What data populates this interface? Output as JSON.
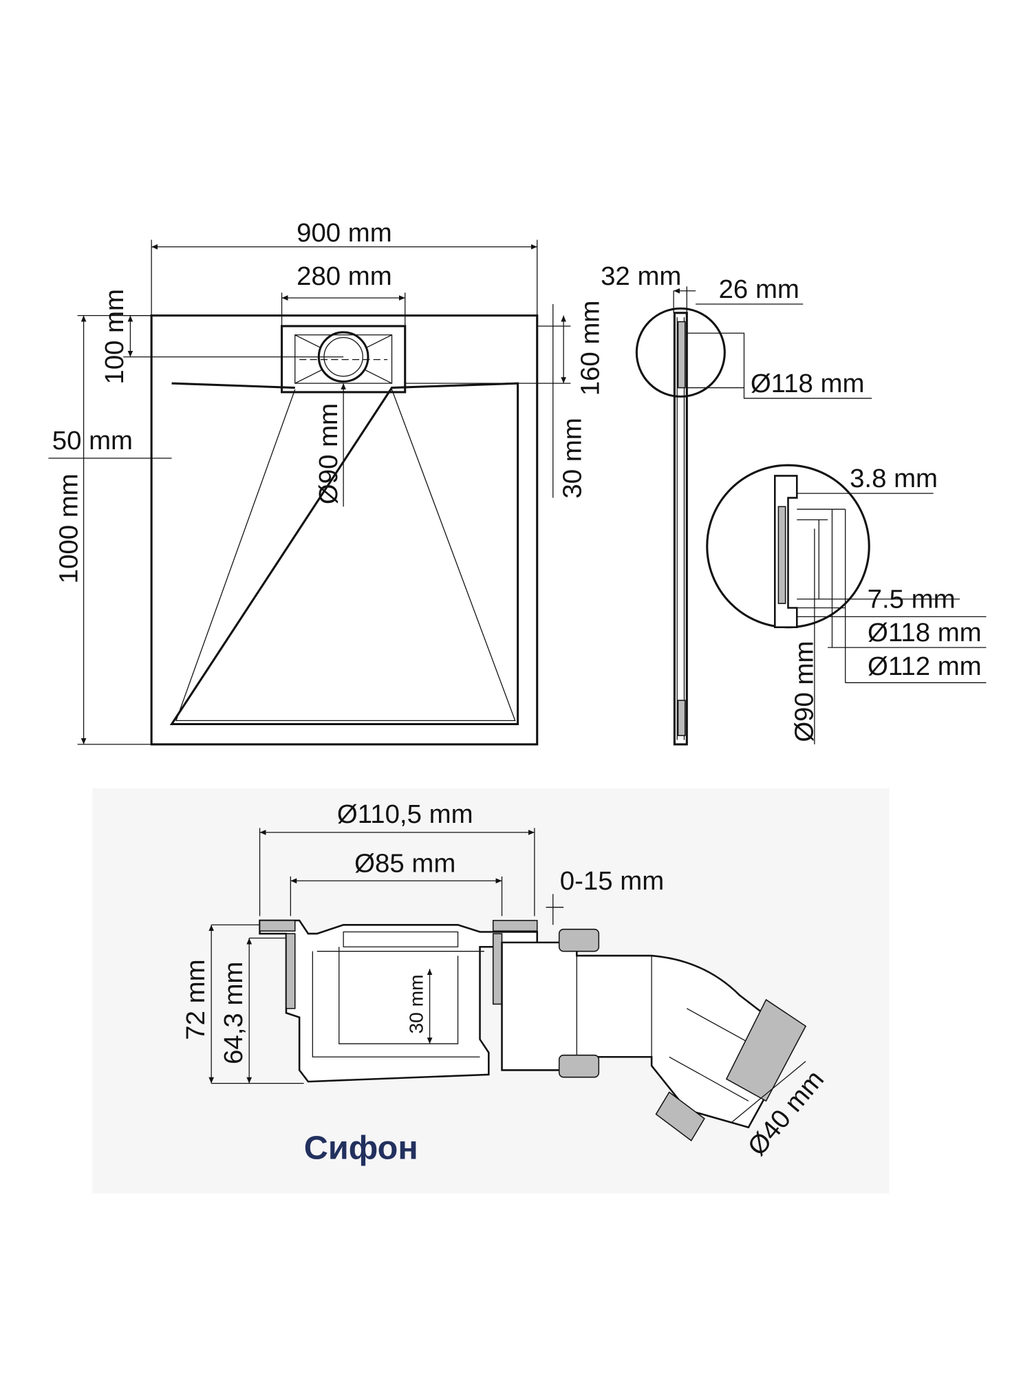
{
  "tray_top_view": {
    "width": "900 mm",
    "drain_box_width": "280 mm",
    "drain_offset": "100 mm",
    "length": "1000 mm",
    "rim": "50 mm",
    "drain_box_depth": "160 mm",
    "slope": "30 mm",
    "drain_diameter": "Ø90 mm"
  },
  "tray_side_view": {
    "thickness": "32 mm",
    "edge": "26 mm",
    "hole_diameter": "Ø118 mm",
    "detail": {
      "wall": "3.8 mm",
      "step": "7.5 mm",
      "d1": "Ø118 mm",
      "d2": "Ø112 mm",
      "d3": "Ø90 mm"
    }
  },
  "siphon": {
    "title": "Сифон",
    "outer_diameter": "Ø110,5 mm",
    "inner_diameter": "Ø85 mm",
    "adjust": "0-15 mm",
    "height_total": "72 mm",
    "height_body": "64,3 mm",
    "water_seal": "30 mm",
    "outlet": "Ø40 mm"
  },
  "colors": {
    "title": "#22305e",
    "panel": "#f6f6f7"
  }
}
